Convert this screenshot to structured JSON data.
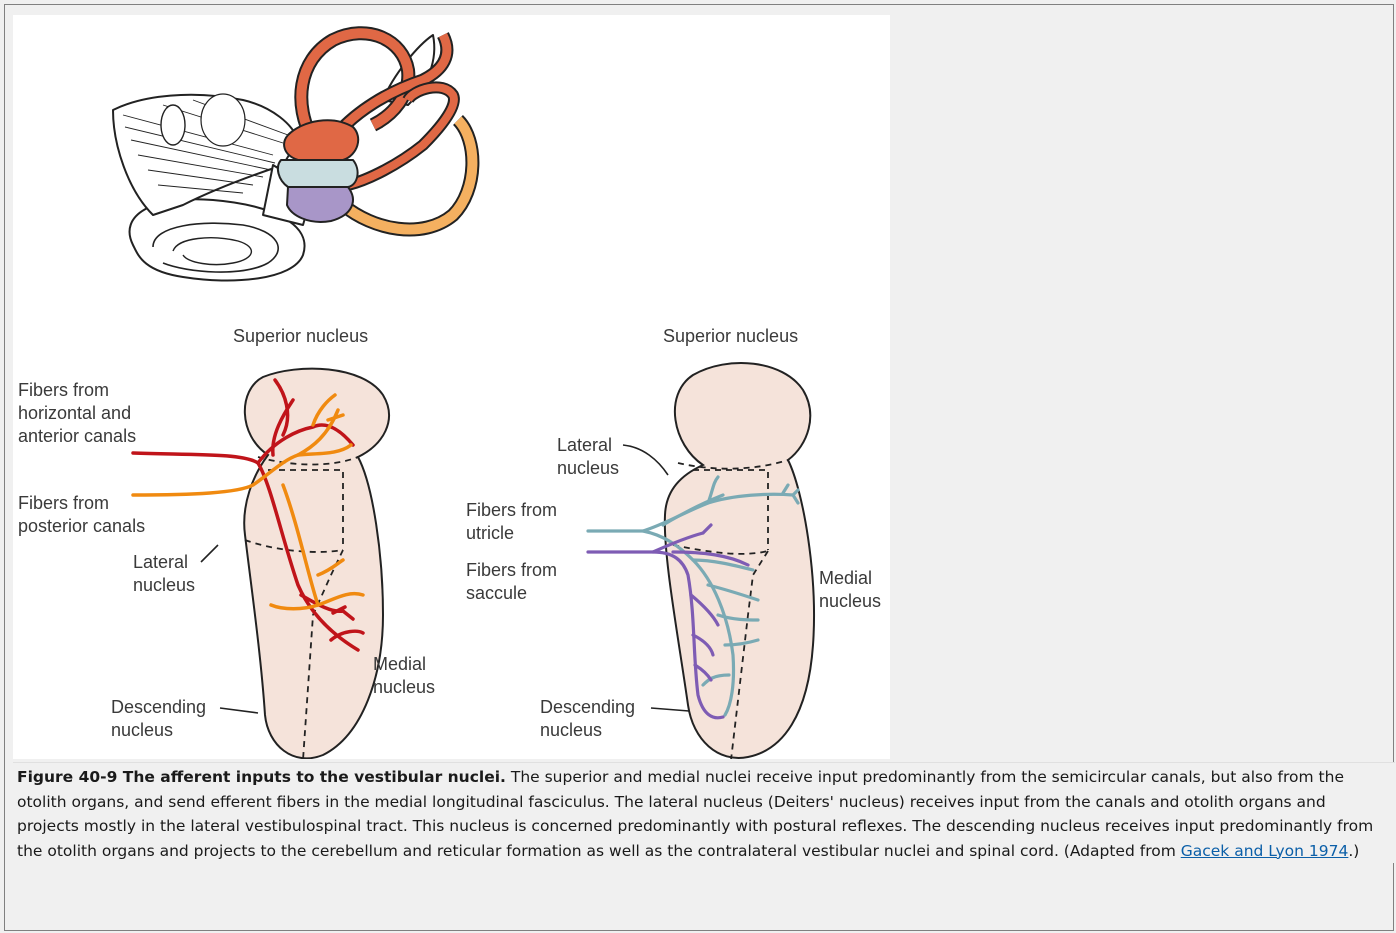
{
  "figure": {
    "labels": {
      "left_superior": "Superior nucleus",
      "left_fibers_hz_1": "Fibers from",
      "left_fibers_hz_2": "horizontal and",
      "left_fibers_hz_3": "anterior canals",
      "left_fibers_post_1": "Fibers from",
      "left_fibers_post_2": "posterior canals",
      "left_lateral_1": "Lateral",
      "left_lateral_2": "nucleus",
      "left_medial_1": "Medial",
      "left_medial_2": "nucleus",
      "left_descending_1": "Descending",
      "left_descending_2": "nucleus",
      "right_superior": "Superior nucleus",
      "right_lateral_1": "Lateral",
      "right_lateral_2": "nucleus",
      "right_utricle_1": "Fibers from",
      "right_utricle_2": "utricle",
      "right_saccule_1": "Fibers from",
      "right_saccule_2": "saccule",
      "right_medial_1": "Medial",
      "right_medial_2": "nucleus",
      "right_descending_1": "Descending",
      "right_descending_2": "nucleus"
    },
    "colors": {
      "red_fiber": "#c0141a",
      "orange_fiber": "#f08a10",
      "teal_fiber": "#7aaab4",
      "purple_fiber": "#7e5cb4",
      "nucleus_fill": "#f5e3da"
    }
  },
  "caption": {
    "title": "Figure 40-9 The afferent inputs to the vestibular nuclei.",
    "body": " The superior and medial nuclei receive input predominantly from the semicircular canals, but also from the otolith organs, and send efferent fibers in the medial longitudinal fasciculus. The lateral nucleus (Deiters' nucleus) receives input from the canals and otolith organs and projects mostly in the lateral vestibulospinal tract. This nucleus is concerned predominantly with postural reflexes. The descending nucleus receives input predominantly from the otolith organs and projects to the cerebellum and reticular formation as well as the contralateral vestibular nuclei and spinal cord. (Adapted from ",
    "link_text": "Gacek and Lyon 1974",
    "tail": ".)"
  }
}
